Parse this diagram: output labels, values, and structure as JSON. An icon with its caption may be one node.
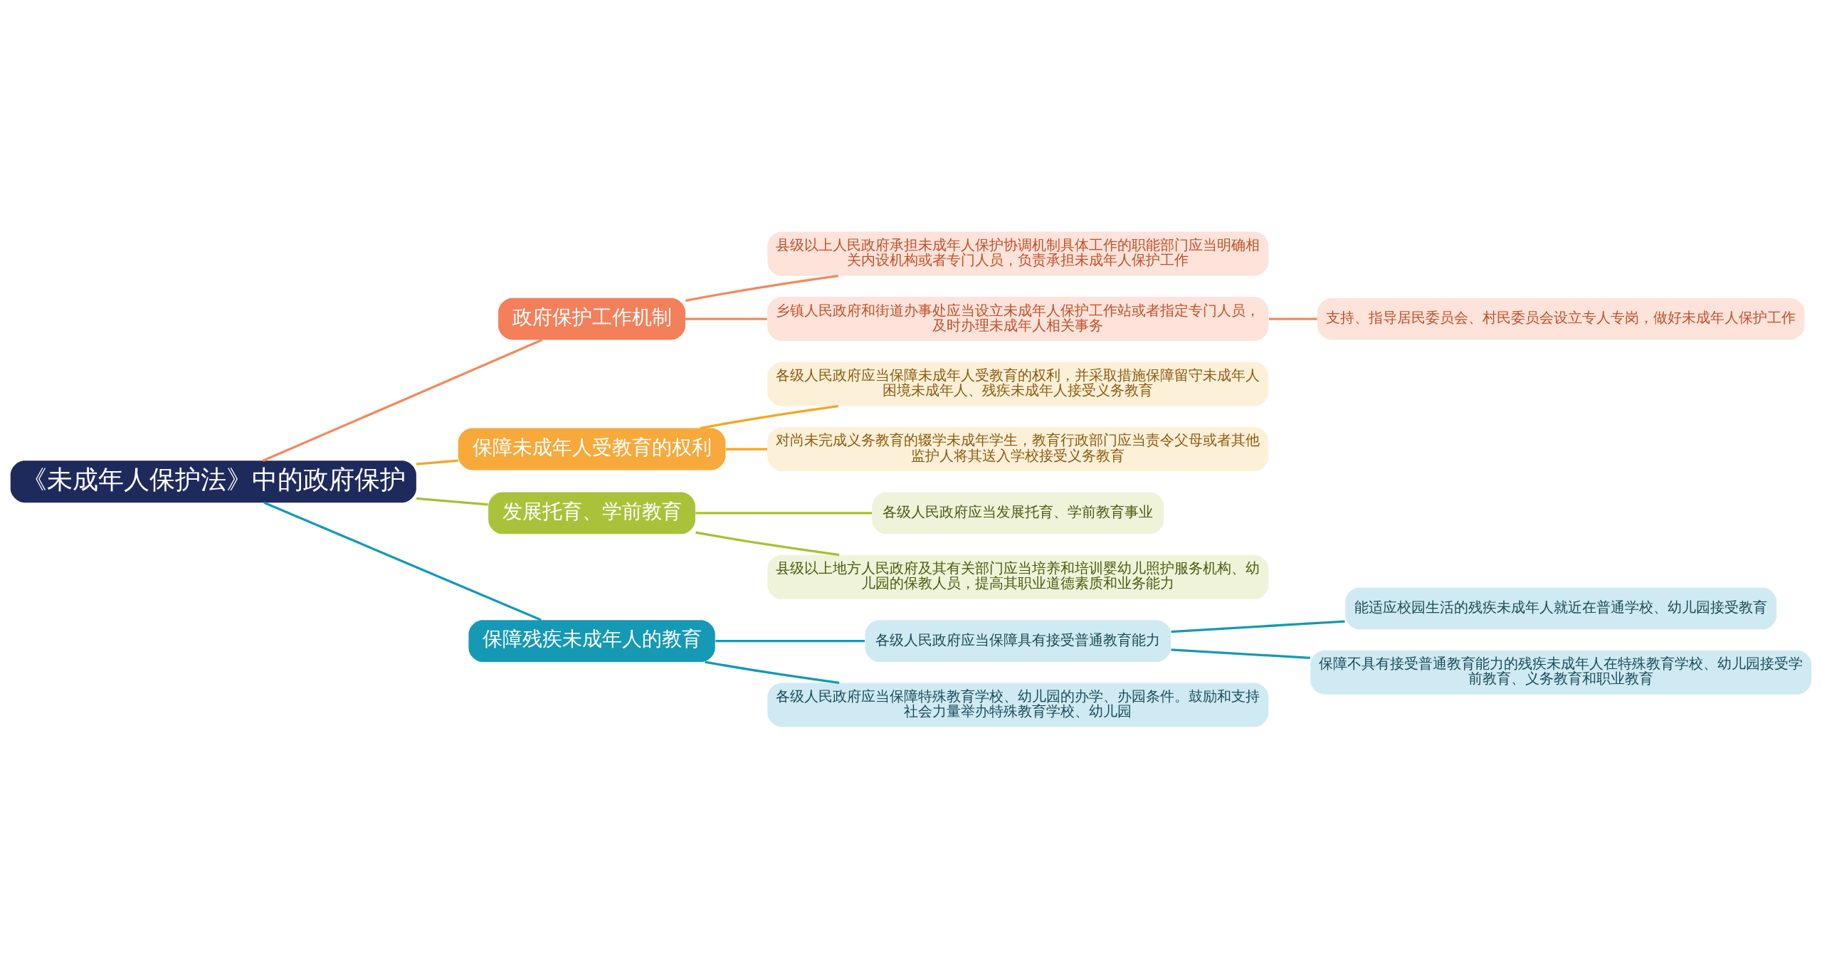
{
  "diagram": {
    "nodes": [
      {
        "text": [
          "《未成年人保护法》中的政府保护"
        ]
      },
      {
        "text": [
          "政府保护工作机制"
        ]
      },
      {
        "text": [
          "县级以上人民政府承担未成年人保护协调机制具体工作的职能部门应当明确相关内设机构或者专门人员，负责承担未成年人保护工作"
        ]
      },
      {
        "text": [
          "乡镇人民政府和街道办事处应当设立未成年人保护工作站或者指定专门人员，及时办理未成年人相关事务"
        ]
      },
      {
        "text": [
          "支持、指导居民委员会、村民委员会设立专人专岗，做好未成年人保护工作"
        ]
      },
      {
        "text": [
          "保障未成年人受教育的权利"
        ]
      },
      {
        "text": [
          "各级人民政府应当保障未成年人受教育的权利，并采取措施保障留守未成年人困境未成年人、残疾未成年人接受义务教育"
        ]
      },
      {
        "text": [
          "对尚未完成义务教育的辍学未成年学生，教育行政部门应当责令父母或者其他监护人将其送入学校接受义务教育"
        ]
      },
      {
        "text": [
          "发展托育、学前教育"
        ]
      },
      {
        "text": [
          "各级人民政府应当发展托育、学前教育事业"
        ]
      },
      {
        "text": [
          "县级以上地方人民政府及其有关部门应当培养和培训婴幼儿照护服务机构、幼儿园的保教人员，提高其职业道德素质和业务能力"
        ]
      },
      {
        "text": [
          "保障残疾未成年人的教育"
        ]
      },
      {
        "text": [
          "各级人民政府应当保障具有接受普通教育能力"
        ]
      },
      {
        "text": [
          "能适应校园生活的残疾未成年人就近在普通学校、幼儿园接受教育"
        ]
      },
      {
        "text": [
          "保障不具有接受普通教育能力的残疾未成年人在特殊教育学校、幼儿园接受学前教育、义务教育和职业教育"
        ]
      },
      {
        "text": [
          "各级人民政府应当保障特殊教育学校、幼儿园的办学、办园条件。鼓励和支持社会力量举办特殊教育学校、幼儿园"
        ]
      }
    ],
    "edges": [
      {
        "from": 0,
        "to": 1,
        "arrow": "none",
        "color": "#f08a5d"
      },
      {
        "from": 1,
        "to": 2,
        "arrow": "none",
        "color": "#f08a5d"
      },
      {
        "from": 1,
        "to": 3,
        "arrow": "none",
        "color": "#f08a5d"
      },
      {
        "from": 3,
        "to": 4,
        "arrow": "none",
        "color": "#f08a5d"
      },
      {
        "from": 0,
        "to": 5,
        "arrow": "none",
        "color": "#f5a623"
      },
      {
        "from": 5,
        "to": 6,
        "arrow": "none",
        "color": "#f5a623"
      },
      {
        "from": 5,
        "to": 7,
        "arrow": "none",
        "color": "#f5a623"
      },
      {
        "from": 0,
        "to": 8,
        "arrow": "none",
        "color": "#a8c030"
      },
      {
        "from": 8,
        "to": 9,
        "arrow": "none",
        "color": "#a8c030"
      },
      {
        "from": 8,
        "to": 10,
        "arrow": "none",
        "color": "#a8c030"
      },
      {
        "from": 0,
        "to": 11,
        "arrow": "none"
      },
      {
        "from": 11,
        "to": 12,
        "arrow": "none"
      },
      {
        "from": 12,
        "to": 13,
        "arrow": "none"
      },
      {
        "from": 12,
        "to": 14,
        "arrow": "none"
      },
      {
        "from": 11,
        "to": 15,
        "arrow": "none"
      }
    ]
  }
}
